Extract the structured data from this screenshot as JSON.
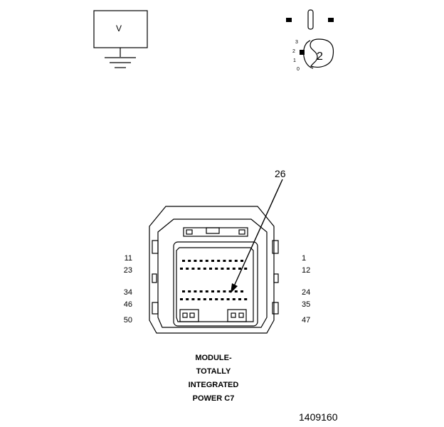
{
  "meter": {
    "label": "V"
  },
  "ignition": {
    "position_number": "2",
    "positions": [
      "3",
      "2",
      "1",
      "0"
    ]
  },
  "callout": {
    "pin": "26"
  },
  "connector": {
    "pins_left": [
      "11",
      "23",
      "34",
      "46",
      "50"
    ],
    "pins_right": [
      "1",
      "12",
      "24",
      "35",
      "47"
    ],
    "caption_lines": [
      "MODULE-",
      "TOTALLY",
      "INTEGRATED",
      "POWER C7"
    ]
  },
  "figure": {
    "id": "1409160"
  }
}
